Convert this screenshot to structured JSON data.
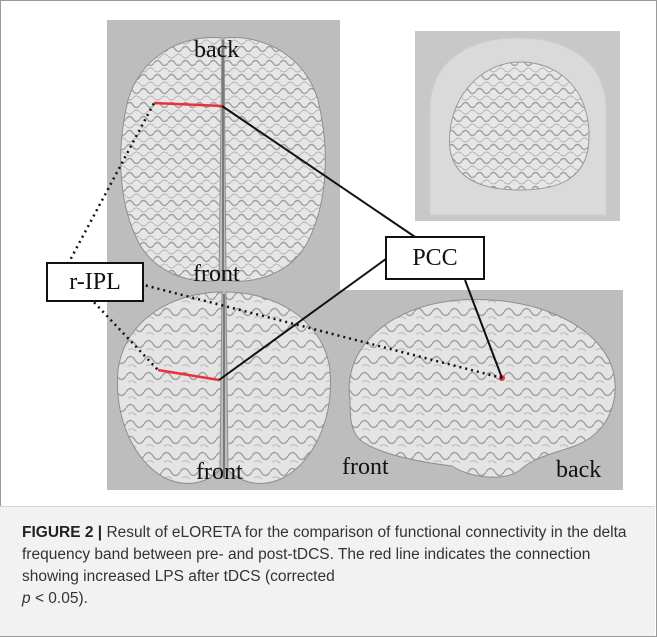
{
  "figure": {
    "view_labels": {
      "top_back": "back",
      "top_front": "front",
      "bottom_front": "front",
      "lateral_front": "front",
      "lateral_back": "back"
    },
    "region_labels": {
      "left_region": "r-IPL",
      "right_region": "PCC"
    },
    "colors": {
      "connection_line": "#e8323a",
      "panel_background": "#bdbdbd",
      "brain_tissue": "#e6e6e6"
    }
  },
  "caption": {
    "figure_number": "FIGURE 2",
    "separator": "|",
    "text_main": "Result of eLORETA for the comparison of functional connectivity in the delta frequency band between pre- and post-tDCS. The red line indicates the connection showing increased LPS after tDCS (corrected",
    "p_symbol": "p",
    "p_value": "< 0.05)."
  }
}
